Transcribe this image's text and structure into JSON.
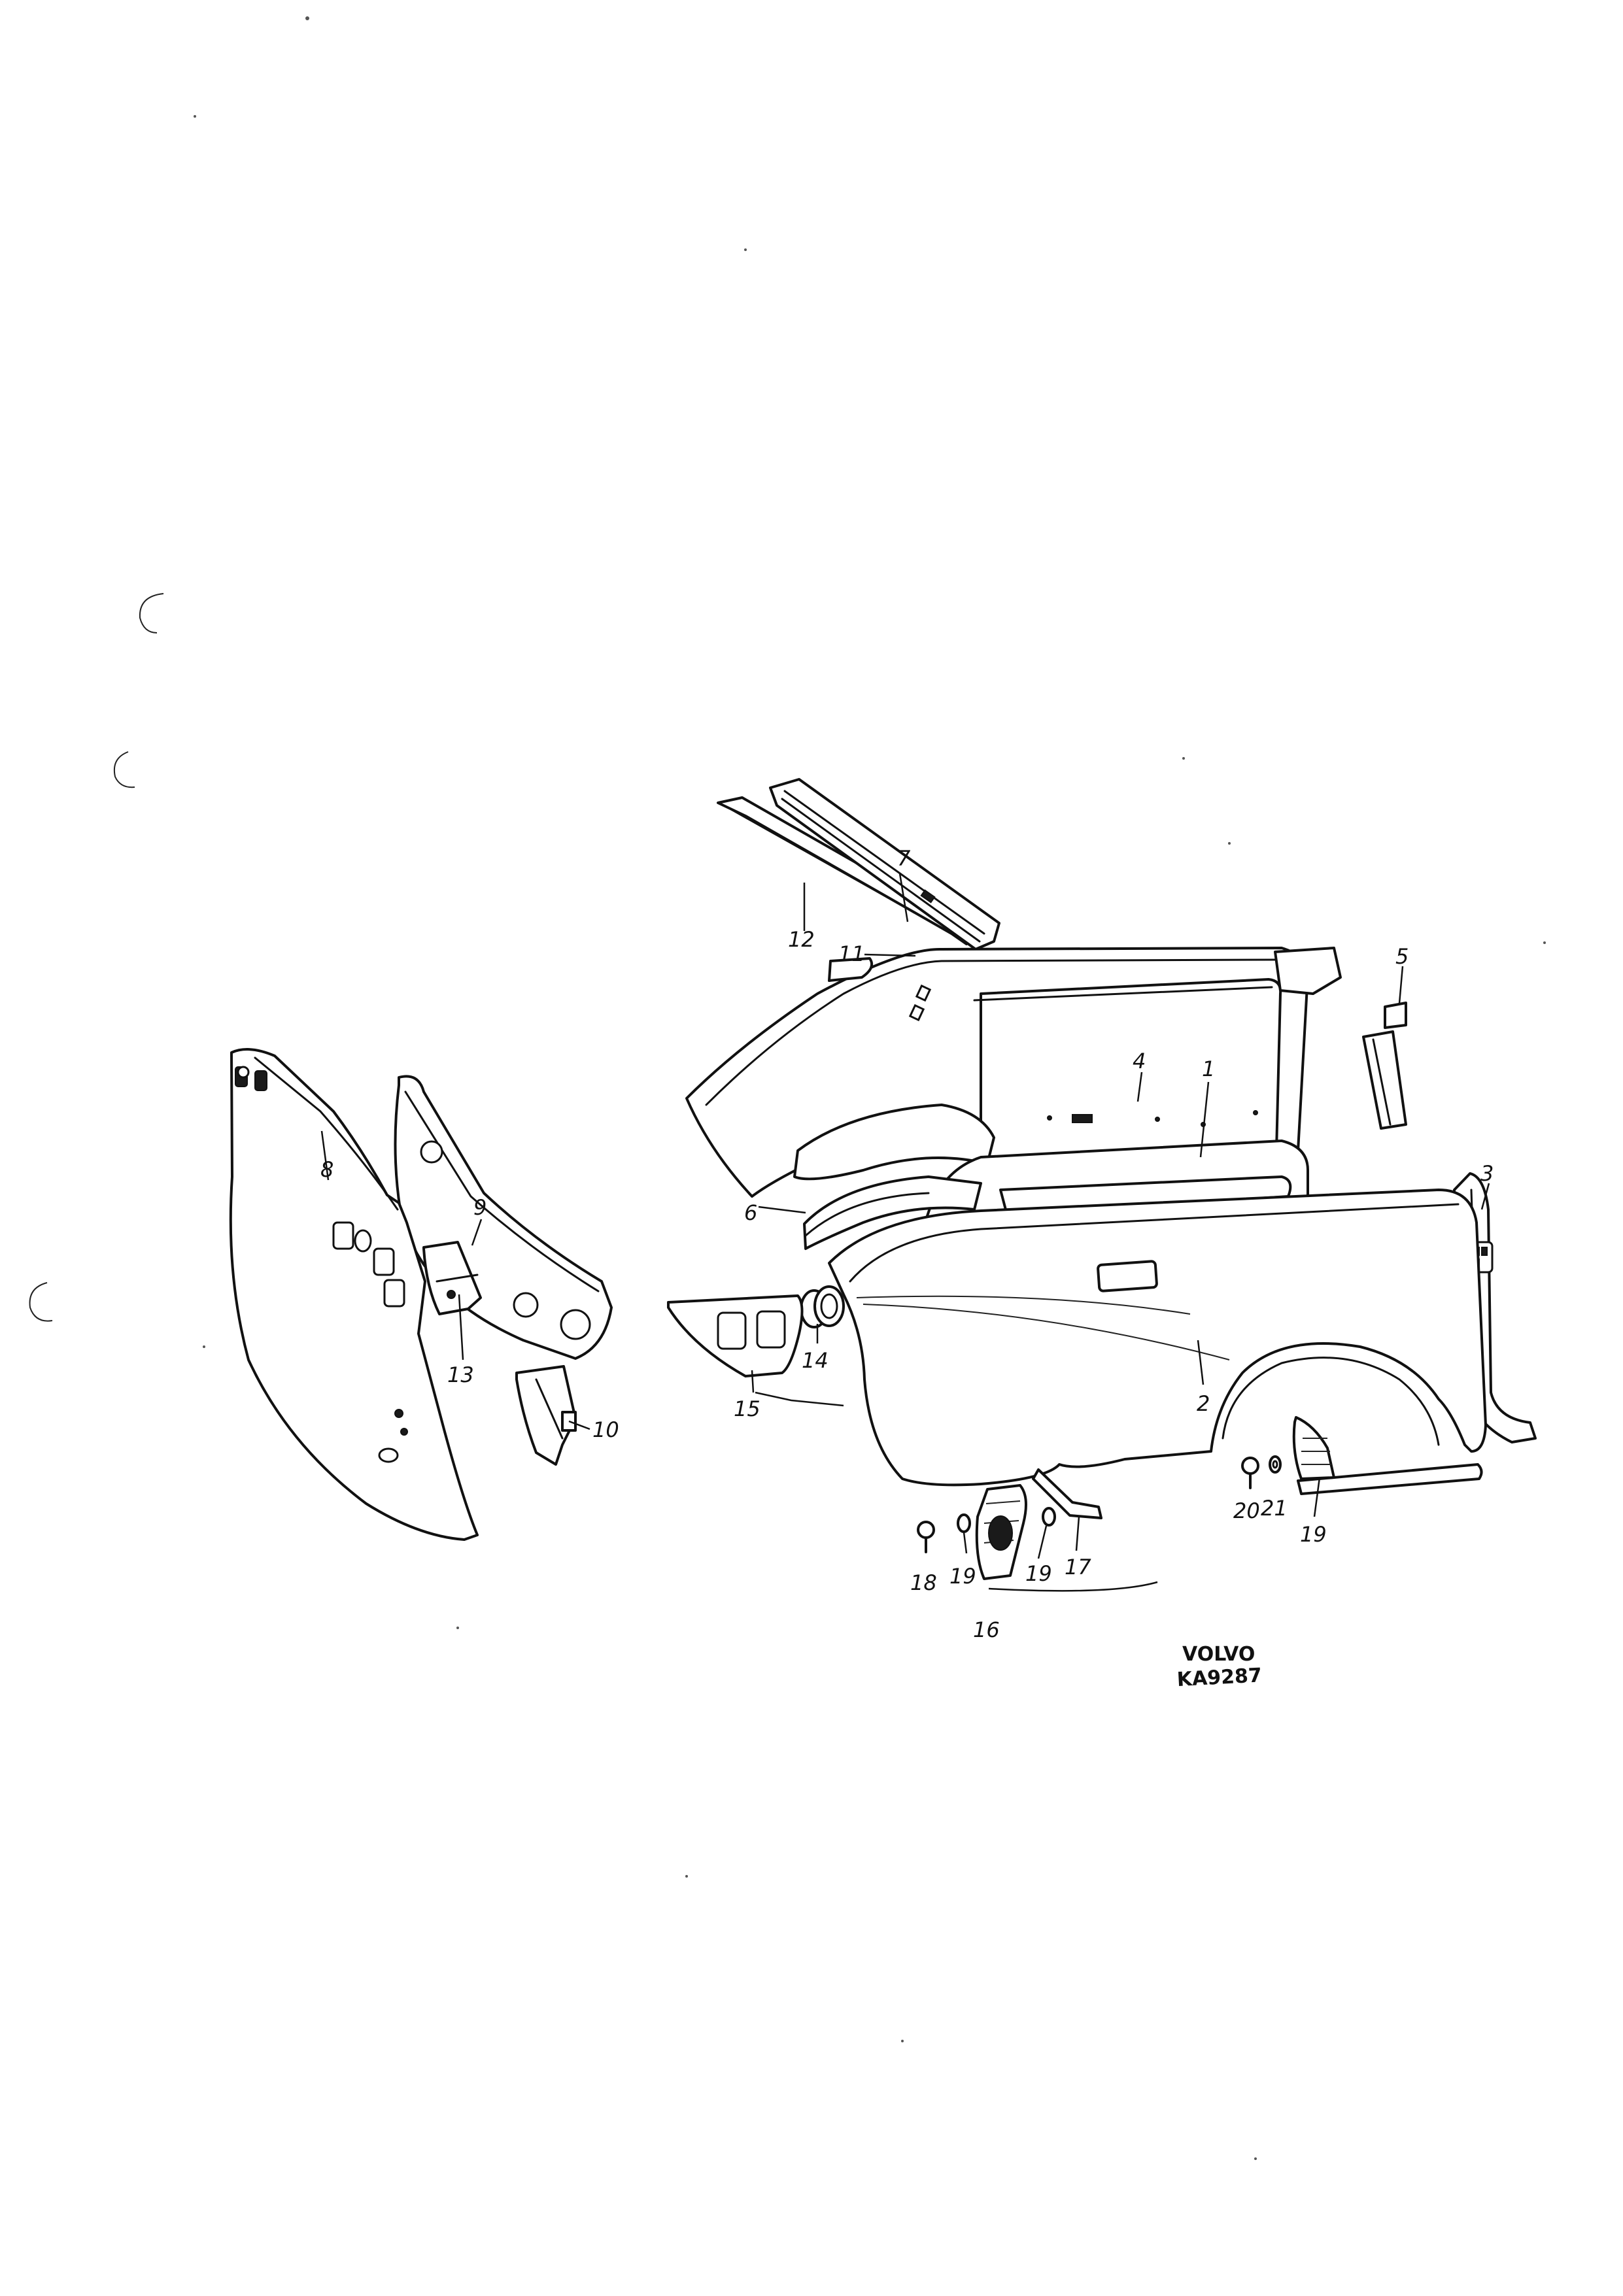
{
  "diagram": {
    "callouts": [
      {
        "id": "c1",
        "label": "1"
      },
      {
        "id": "c2",
        "label": "2"
      },
      {
        "id": "c3",
        "label": "3"
      },
      {
        "id": "c4",
        "label": "4"
      },
      {
        "id": "c5",
        "label": "5"
      },
      {
        "id": "c6",
        "label": "6"
      },
      {
        "id": "c7",
        "label": "7"
      },
      {
        "id": "c8",
        "label": "8"
      },
      {
        "id": "c9",
        "label": "9"
      },
      {
        "id": "c10",
        "label": "10"
      },
      {
        "id": "c11",
        "label": "11"
      },
      {
        "id": "c12",
        "label": "12"
      },
      {
        "id": "c13",
        "label": "13"
      },
      {
        "id": "c14",
        "label": "14"
      },
      {
        "id": "c15",
        "label": "15"
      },
      {
        "id": "c16",
        "label": "16"
      },
      {
        "id": "c17",
        "label": "17"
      },
      {
        "id": "c18",
        "label": "18"
      },
      {
        "id": "c19a",
        "label": "19"
      },
      {
        "id": "c19b",
        "label": "19"
      },
      {
        "id": "c20",
        "label": "20"
      },
      {
        "id": "c21",
        "label": "21"
      },
      {
        "id": "c22",
        "label": "22"
      }
    ],
    "brand": "VOLVO",
    "drawing_code": "KA9287"
  }
}
